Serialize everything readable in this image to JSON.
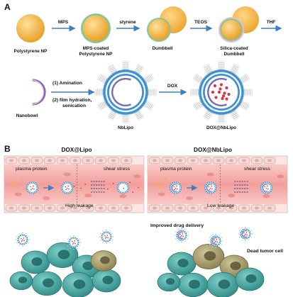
{
  "panel_a": {
    "letter": "A",
    "stages": {
      "polystyrene": "Polystyrene NP",
      "mps_coated_1": "MPS-coated",
      "mps_coated_2": "Polystyrene NP",
      "dumbbell": "Dumbbell",
      "silica_1": "Silica-coated",
      "silica_2": "Dumbbell",
      "nanobowl": "Nanobowl",
      "nblipo": "NbLipo",
      "dox_nblipo": "DOX@NbLipo"
    },
    "arrows": {
      "mps": "MPS",
      "styrene": "styrene",
      "teos": "TEOS",
      "thf": "THF",
      "amination": "(1) Amination",
      "film_1": "(2)  film hydration,",
      "film_2": "sonication",
      "dox": "DOX"
    }
  },
  "panel_b": {
    "letter": "B",
    "left": {
      "title": "DOX@Lipo",
      "plasma": "plasma protein",
      "shear": "shear stress",
      "leakage": "High leakage"
    },
    "right": {
      "title": "DOX@NbLipo",
      "plasma": "plasma protein",
      "shear": "shear stress",
      "leakage": "Low leakage"
    },
    "improved": "Improved drug delivery",
    "dead": "Dead tumor cell"
  },
  "colors": {
    "np_gold": "#f2b33a",
    "mps_green": "#7cc9a0",
    "silica_pink": "#f4b8c8",
    "lipid_blue": "#3a8fd0",
    "dox_red": "#e0343a",
    "vessel_pink": "#f2b2b0",
    "tumor_teal": "#4fa9a2",
    "dead_olive": "#a99f6c"
  }
}
